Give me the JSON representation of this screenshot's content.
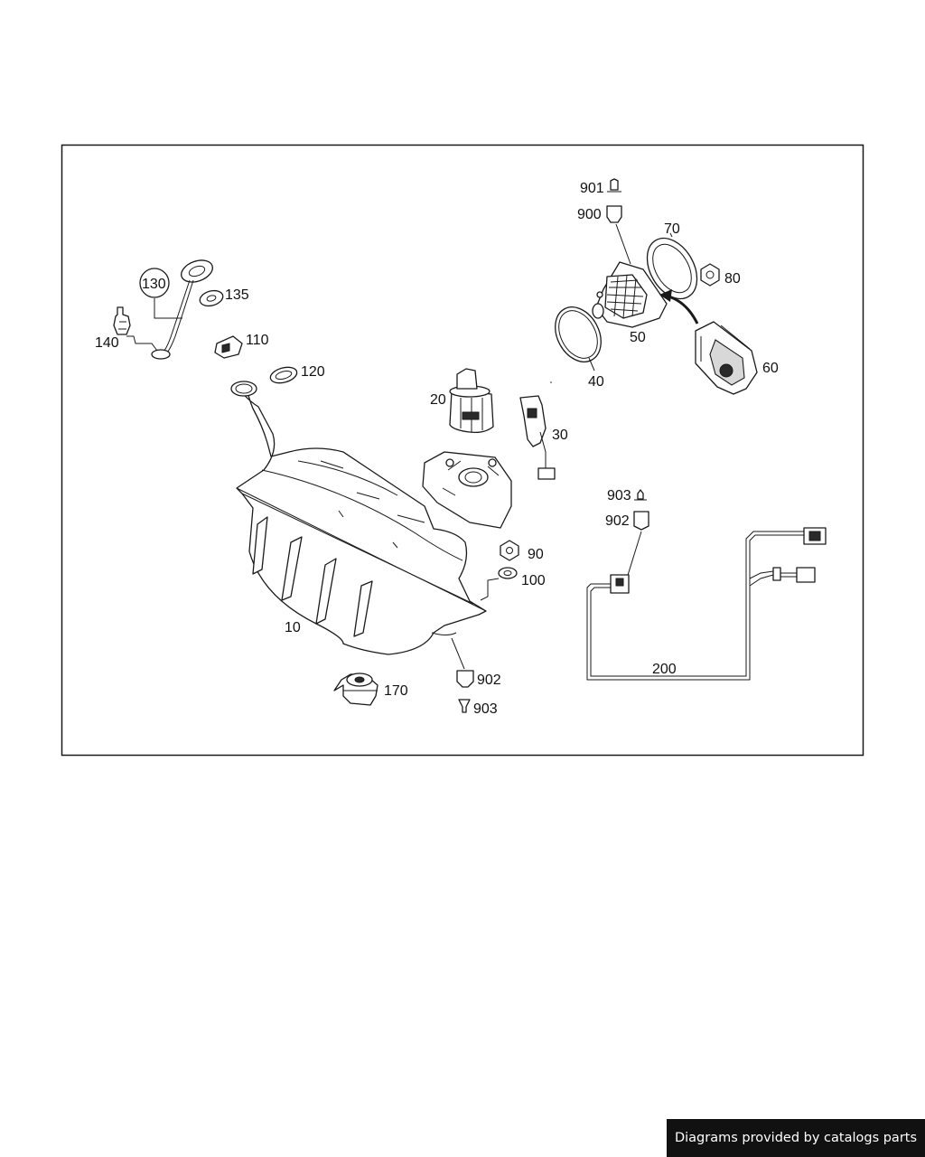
{
  "diagram": {
    "labels": {
      "p10": "10",
      "p20": "20",
      "p30": "30",
      "p40": "40",
      "p50": "50",
      "p60": "60",
      "p70": "70",
      "p80": "80",
      "p90": "90",
      "p100": "100",
      "p110": "110",
      "p120": "120",
      "p130": "130",
      "p135": "135",
      "p140": "140",
      "p170": "170",
      "p200": "200",
      "p900": "900",
      "p901": "901",
      "p902": "902",
      "p903": "903"
    }
  },
  "footer": {
    "text": "Diagrams provided by catalogs parts"
  }
}
